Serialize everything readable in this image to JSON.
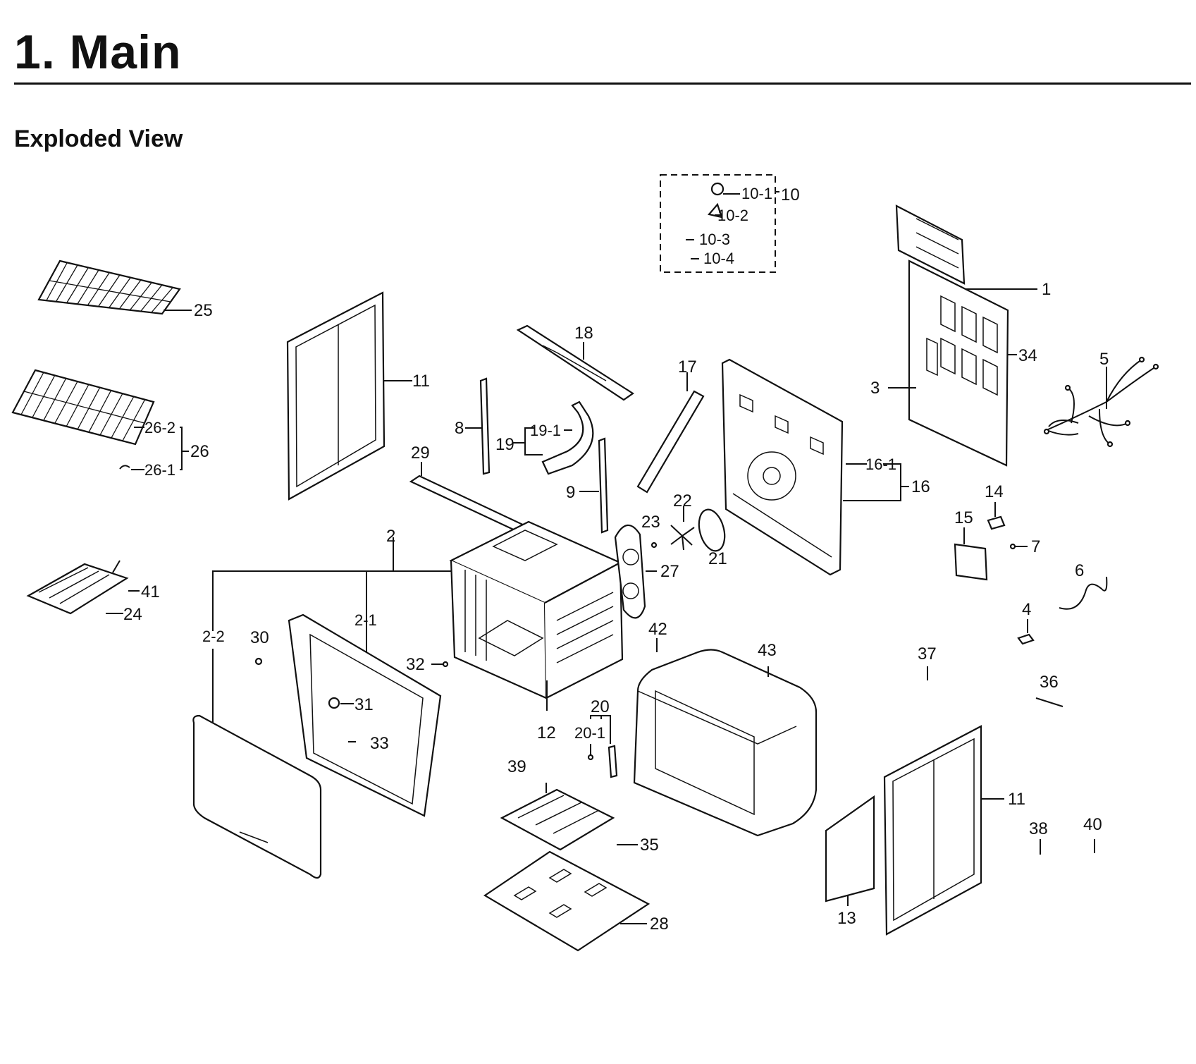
{
  "header": {
    "title": "1.  Main",
    "subtitle": "Exploded View"
  },
  "labels": {
    "p1": "1",
    "p2": "2",
    "p2_1": "2-1",
    "p2_2": "2-2",
    "p3": "3",
    "p4": "4",
    "p5": "5",
    "p6": "6",
    "p7": "7",
    "p8": "8",
    "p9": "9",
    "p10": "10",
    "p10_1": "10-1",
    "p10_2": "10-2",
    "p10_3": "10-3",
    "p10_4": "10-4",
    "p11a": "11",
    "p11b": "11",
    "p12": "12",
    "p13": "13",
    "p14": "14",
    "p15": "15",
    "p16": "16",
    "p16_1": "16-1",
    "p17": "17",
    "p18": "18",
    "p19": "19",
    "p19_1": "19-1",
    "p20": "20",
    "p20_1": "20-1",
    "p21": "21",
    "p22": "22",
    "p23": "23",
    "p24": "24",
    "p25": "25",
    "p26": "26",
    "p26_1": "26-1",
    "p26_2": "26-2",
    "p27": "27",
    "p28": "28",
    "p29": "29",
    "p30": "30",
    "p31": "31",
    "p32": "32",
    "p33": "33",
    "p34": "34",
    "p35": "35",
    "p36": "36",
    "p37": "37",
    "p38": "38",
    "p39": "39",
    "p40": "40",
    "p41": "41",
    "p42": "42",
    "p43": "43"
  }
}
